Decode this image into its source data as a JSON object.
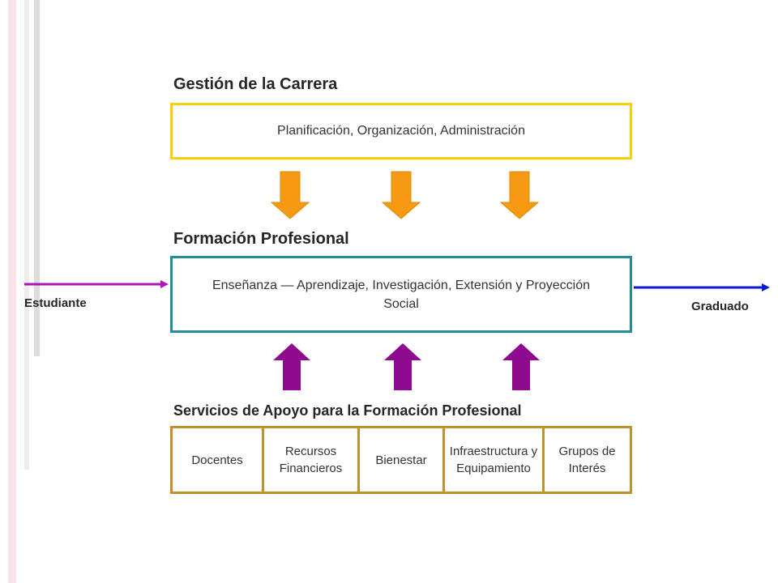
{
  "sections": {
    "gestion": {
      "title": "Gestión de la Carrera",
      "content": "Planificación, Organización, Administración"
    },
    "formacion": {
      "title": "Formación Profesional",
      "content": "Enseñanza — Aprendizaje, Investigación, Extensión y Proyección Social"
    },
    "servicios": {
      "title": "Servicios de Apoyo para la Formación Profesional",
      "items": [
        "Docentes",
        "Recursos Financieros",
        "Bienestar",
        "Infraestructura y Equipamiento",
        "Grupos de Interés"
      ]
    }
  },
  "flow": {
    "input_label": "Estudiante",
    "output_label": "Graduado"
  },
  "colors": {
    "gestion_border": "#fad000",
    "formacion_border": "#1f8f9a",
    "servicios_border": "#c0922a",
    "down_arrows": "#f59a12",
    "up_arrows": "#8e0a8e",
    "input_arrow": "#b014b8",
    "output_arrow": "#0a1ad6"
  }
}
